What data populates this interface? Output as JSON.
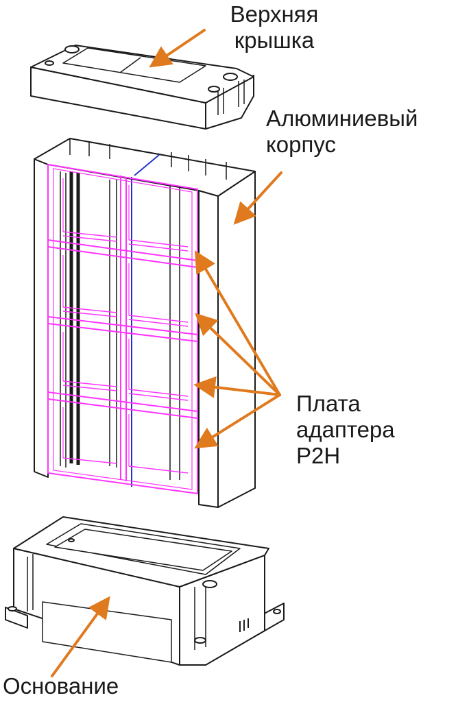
{
  "labels": {
    "top_cover": [
      "Верхняя",
      "крышка"
    ],
    "housing": [
      "Алюминиевый",
      "корпус"
    ],
    "adapter_board": [
      "Плата",
      "адаптера",
      "P2H"
    ],
    "base": [
      "Основание"
    ]
  },
  "colors": {
    "arrow": "#e07a1e",
    "outline": "#1a1a1a",
    "board": "#ff33ff",
    "accent_blue": "#2233cc",
    "fill": "#ffffff"
  }
}
